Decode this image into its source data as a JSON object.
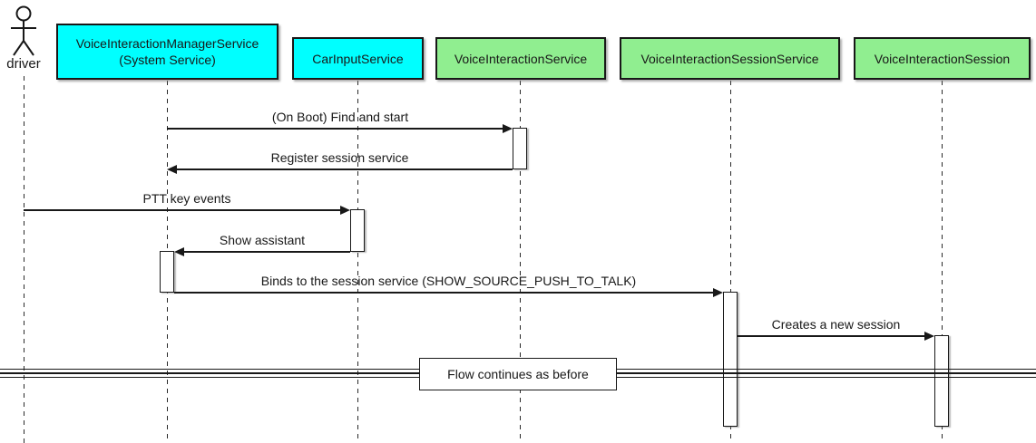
{
  "diagram": {
    "type": "uml-sequence",
    "actor": {
      "label": "driver"
    },
    "participants": [
      {
        "label_lines": [
          "VoiceInteractionManagerService",
          "(System Service)"
        ],
        "fill": "#00FFFF"
      },
      {
        "label_lines": [
          "CarInputService"
        ],
        "fill": "#00FFFF"
      },
      {
        "label_lines": [
          "VoiceInteractionService"
        ],
        "fill": "#90EE90"
      },
      {
        "label_lines": [
          "VoiceInteractionSessionService"
        ],
        "fill": "#90EE90"
      },
      {
        "label_lines": [
          "VoiceInteractionSession"
        ],
        "fill": "#90EE90"
      }
    ],
    "messages": [
      {
        "label": "(On Boot) Find and start",
        "from": "VoiceInteractionManagerService",
        "to": "VoiceInteractionService",
        "direction": "right"
      },
      {
        "label": "Register session service",
        "from": "VoiceInteractionService",
        "to": "VoiceInteractionManagerService",
        "direction": "left"
      },
      {
        "label": "PTT key events",
        "from": "driver",
        "to": "CarInputService",
        "direction": "right"
      },
      {
        "label": "Show assistant",
        "from": "CarInputService",
        "to": "VoiceInteractionManagerService",
        "direction": "left"
      },
      {
        "label": "Binds to the session service (SHOW_SOURCE_PUSH_TO_TALK)",
        "from": "VoiceInteractionManagerService",
        "to": "VoiceInteractionSessionService",
        "direction": "right"
      },
      {
        "label": "Creates a new session",
        "from": "VoiceInteractionSessionService",
        "to": "VoiceInteractionSession",
        "direction": "right"
      }
    ],
    "divider": {
      "label": "Flow continues as before"
    },
    "colors": {
      "participant_cyan": "#00FFFF",
      "participant_green": "#90EE90",
      "line": "#181818",
      "background": "#FFFFFF"
    }
  }
}
